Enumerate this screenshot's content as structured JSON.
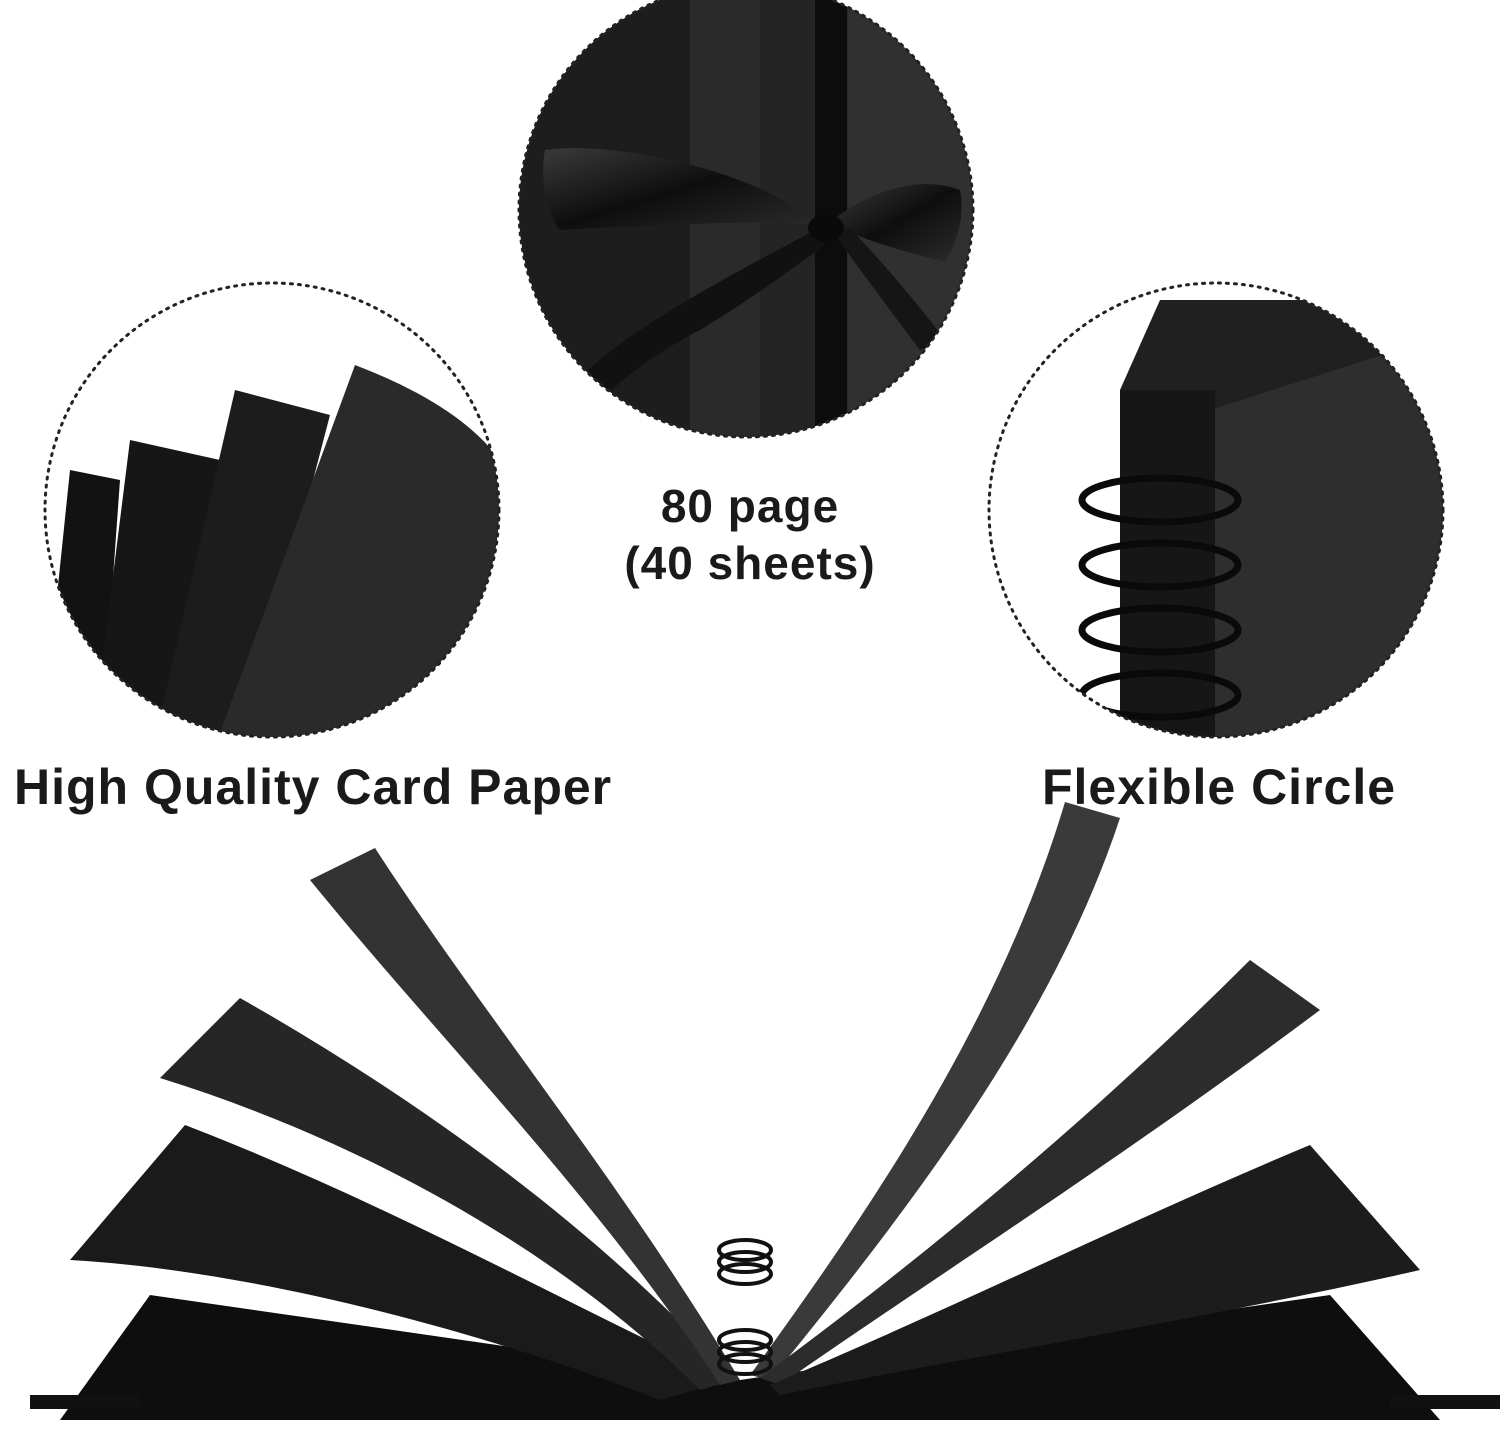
{
  "captions": {
    "pages_line1": "80 page",
    "pages_line2": "(40 sheets)",
    "paper": "High Quality Card Paper",
    "circle": "Flexible Circle"
  },
  "colors": {
    "background": "#ffffff",
    "sheet_dark": "#141414",
    "sheet_mid": "#262626",
    "caption_text": "#1a1a1a",
    "dotted_border": "#222222"
  }
}
